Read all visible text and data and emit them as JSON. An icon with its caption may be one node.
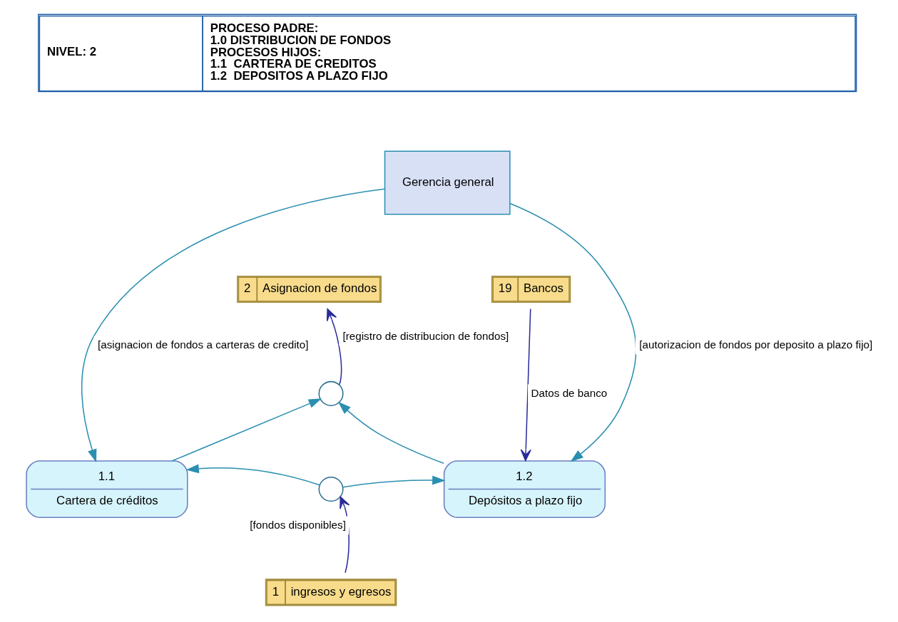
{
  "diagram": {
    "nodes": [
      {
        "text": [
          "Gerencia general"
        ]
      },
      {
        "text": [
          "2",
          "Asignacion de fondos"
        ]
      },
      {
        "text": [
          "19",
          "Bancos"
        ]
      },
      {
        "text": [
          "1.1",
          "Cartera de créditos"
        ]
      },
      {
        "text": [],
        "shape": "circle"
      },
      {
        "text": [],
        "shape": "circle"
      },
      {
        "text": [
          "1.2",
          "Depósitos a plazo fijo"
        ]
      },
      {
        "text": [
          "1",
          "ingresos y egresos"
        ]
      }
    ],
    "edges": [
      {
        "from": 0,
        "to": 3,
        "arrow": "to",
        "label": "[asignacion de fondos a carteras de credito]"
      },
      {
        "from": 0,
        "to": 6,
        "arrow": "to",
        "label": "[autorizacion de fondos por deposito a plazo fijo]"
      },
      {
        "from": 3,
        "to": 4,
        "arrow": "to"
      },
      {
        "from": 6,
        "to": 4,
        "arrow": "to"
      },
      {
        "from": 4,
        "to": 1,
        "arrow": "to",
        "label": "[registro de distribucion de fondos]",
        "color": "#2b2b9a"
      },
      {
        "from": 5,
        "to": 3,
        "arrow": "to"
      },
      {
        "from": 5,
        "to": 6,
        "arrow": "to"
      },
      {
        "from": 7,
        "to": 5,
        "arrow": "to",
        "label": "[fondos disponibles]",
        "color": "#2b2b9a"
      },
      {
        "from": 2,
        "to": 6,
        "arrow": "to",
        "label": "Datos de banco",
        "color": "#2b2b9a"
      }
    ],
    "labels": [
      "NIVEL: 2",
      "PROCESO PADRE:",
      "1.0 DISTRIBUCION DE FONDOS",
      "PROCESOS HIJOS:",
      "1.1  CARTERA DE CREDITOS",
      "1.2  DEPOSITOS A PLAZO FIJO"
    ]
  }
}
